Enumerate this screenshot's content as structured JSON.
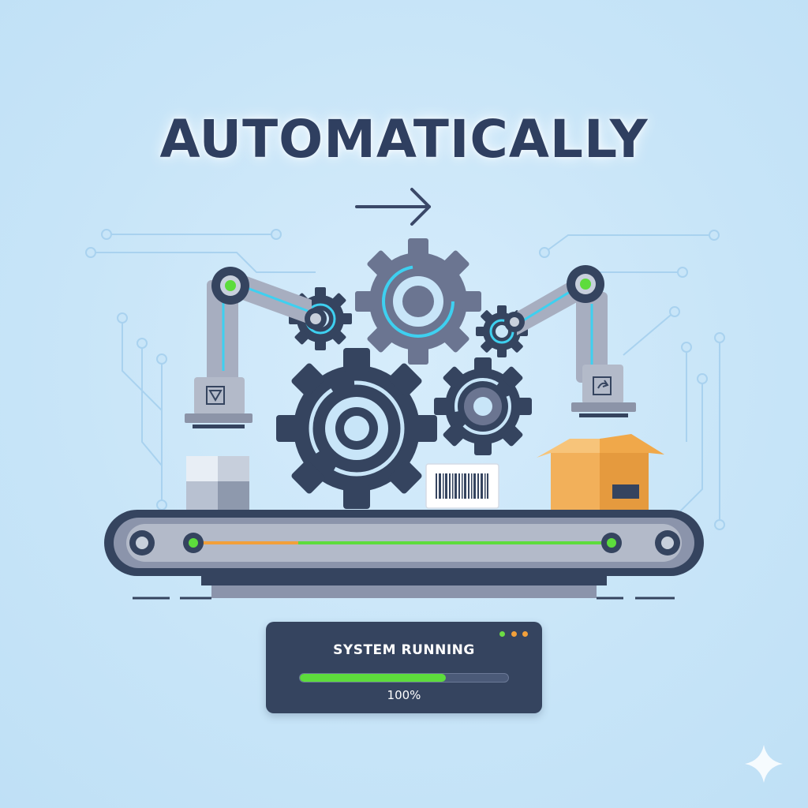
{
  "headline": "AUTOMATICALLY",
  "status": {
    "label": "SYSTEM RUNNING",
    "value_text": "100%",
    "bar_fill_fraction": 0.7
  },
  "colors": {
    "navy": "#35445f",
    "gear_gray": "#6b7591",
    "accent_cyan": "#3ed0f0",
    "accent_green": "#5ddc3c",
    "accent_orange": "#f2a03a",
    "box_tan": "#f2b05a"
  },
  "icons": [
    "arrow-right-icon",
    "gear-icon",
    "robot-arm-icon",
    "barcode-icon",
    "cardboard-box-icon",
    "sparkle-icon"
  ]
}
